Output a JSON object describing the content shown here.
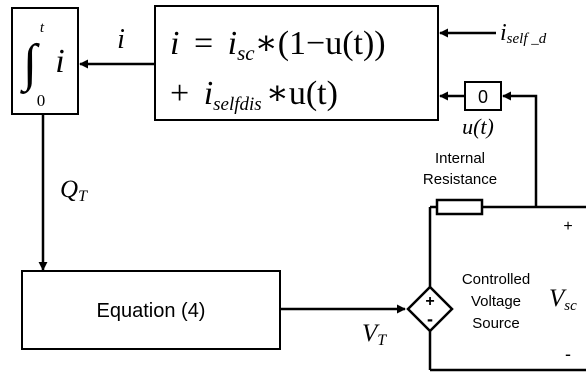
{
  "integrator": {
    "upper_limit": "t",
    "lower_limit": "0",
    "integrand": "i"
  },
  "current_equation": {
    "line1": {
      "lhs": "i",
      "equals": "=",
      "i_sub": "sc",
      "rest": "∗(1−u(t))"
    },
    "line2": {
      "plus": "+",
      "i_sub": "selfdis",
      "rest": "∗u(t)"
    }
  },
  "signals": {
    "current": "i",
    "self_discharge_input": {
      "var": "i",
      "sub": "self _d"
    },
    "charge": {
      "var": "Q",
      "sub": "T"
    },
    "terminal_voltage": {
      "var": "V",
      "sub": "T"
    },
    "control_input": "u(t)",
    "sc_voltage": {
      "var": "V",
      "sub": "sc"
    }
  },
  "constant_block": {
    "value": "0"
  },
  "equation_block": {
    "label": "Equation (4)"
  },
  "resistance": {
    "label_line1": "Internal",
    "label_line2": "Resistance"
  },
  "source": {
    "label_line1": "Controlled",
    "label_line2": "Voltage",
    "label_line3": "Source",
    "plus_sign": "+",
    "minus_sign": "-"
  },
  "terminals": {
    "positive": "+",
    "negative": "-"
  }
}
